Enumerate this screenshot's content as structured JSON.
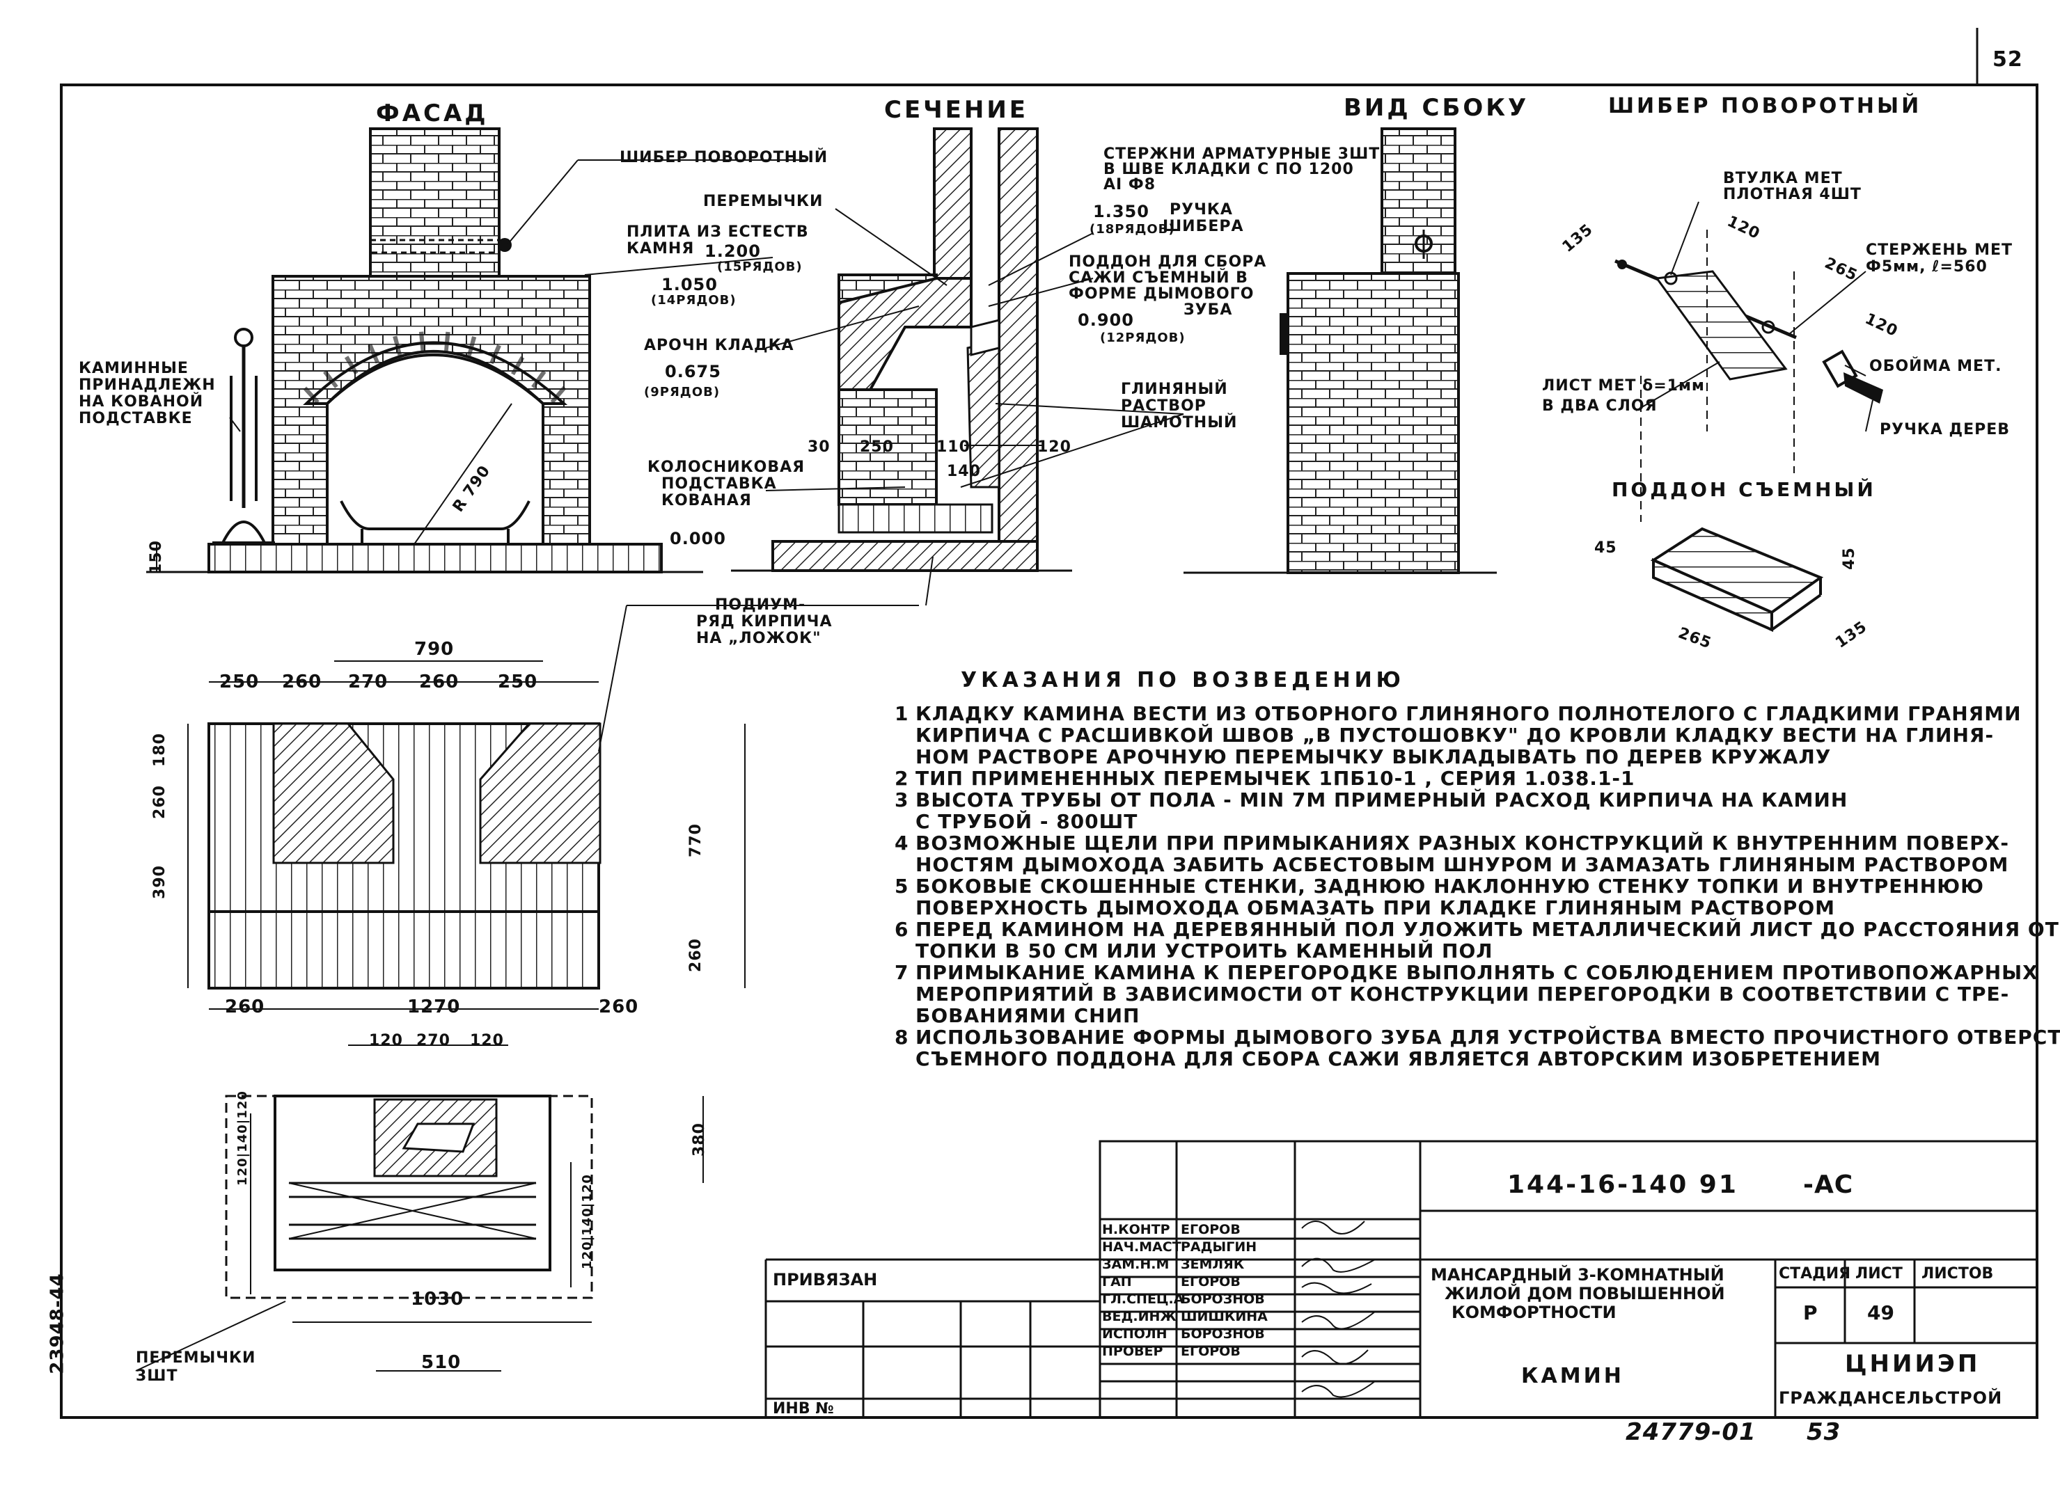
{
  "sheet_number_top": "52",
  "views": {
    "facade": "ФАСАД",
    "section": "СЕЧЕНИЕ",
    "side": "ВИД СБОКУ",
    "damper": "ШИБЕР ПОВОРОТНЫЙ"
  },
  "labels": {
    "damper_rotary": "ШИБЕР ПОВОРОТНЫЙ",
    "lintels": "ПЕРЕМЫЧКИ",
    "stone_slab_1": "ПЛИТА ИЗ ЕСТЕСТВ",
    "stone_slab_2": "КАМНЯ",
    "arch_masonry": "АРОЧН КЛАДКА",
    "rebar_1": "СТЕРЖНИ АРМАТУРНЫЕ 3ШТ",
    "rebar_2": "В ШВЕ КЛАДКИ С ПО 1200",
    "rebar_3": "АI Ф8",
    "handle_1": "РУЧКА",
    "handle_2": "ШИБЕРА",
    "tray_1": "ПОДДОН ДЛЯ СБОРА",
    "tray_2": "САЖИ СЪЕМНЫЙ В",
    "tray_3": "ФОРМЕ ДЫМОВОГО",
    "tray_4": "ЗУБА",
    "clay_mortar_1": "ГЛИНЯНЫЙ",
    "clay_mortar_2": "РАСТВОР",
    "clay_mortar_3": "ШАМОТНЫЙ",
    "grate_1": "КОЛОСНИКОВАЯ",
    "grate_2": "ПОДСТАВКА",
    "grate_3": "КОВАНАЯ",
    "tools_1": "КАМИННЫЕ",
    "tools_2": "ПРИНАДЛЕЖН",
    "tools_3": "НА КОВАНОЙ",
    "tools_4": "ПОДСТАВКЕ",
    "podium_1": "ПОДИУМ-",
    "podium_2": "РЯД КИРПИЧА",
    "podium_3": "НА „ЛОЖОК\"",
    "sleeve_1": "ВТУЛКА МЕТ",
    "sleeve_2": "ПЛОТНАЯ 4ШТ",
    "rod_1": "СТЕРЖЕНЬ МЕТ",
    "rod_2": "Ф5мм, ℓ=560",
    "clip": "ОБОЙМА МЕТ.",
    "sheet_1": "ЛИСТ МЕТ δ=1мм",
    "sheet_2": "В ДВА СЛОЯ",
    "wood_handle": "РУЧКА ДЕРЕВ",
    "tray_removable": "ПОДДОН СЪЕМНЫЙ",
    "lintels_bottom_1": "ПЕРЕМЫЧКИ",
    "lintels_bottom_2": "3ШТ",
    "side_stamp": "23948-44"
  },
  "dims": {
    "radius": "R 790",
    "h150": "150",
    "lvl_1200": "1.200",
    "rows_15": "(15РЯДОВ)",
    "lvl_1050": "1.050",
    "rows_14": "(14РЯДОВ)",
    "lvl_0675": "0.675",
    "rows_9": "(9РЯДОВ)",
    "lvl_0000": "0.000",
    "lvl_1350": "1.350",
    "rows_18": "(18РЯДОВ)",
    "lvl_0900": "0.900",
    "rows_12": "(12РЯДОВ)",
    "d30": "30",
    "d250": "250",
    "d110": "110",
    "d120": "120",
    "d140": "140",
    "d135a": "135",
    "d120a": "120",
    "d265a": "265",
    "d120b": "120",
    "d45a": "45",
    "d45b": "45",
    "d265b": "265",
    "d135b": "135",
    "plan_790": "790",
    "plan_250a": "250",
    "plan_260a": "260",
    "plan_270": "270",
    "plan_260b": "260",
    "plan_250b": "250",
    "plan_180": "180",
    "plan_260v": "260",
    "plan_390": "390",
    "plan_770": "770",
    "plan_260r": "260",
    "plan_260bl": "260",
    "plan_1270": "1270",
    "plan_260br": "260",
    "p2_120a": "120",
    "p2_270": "270",
    "p2_120b": "120",
    "p2_380": "380",
    "p2_left": "120|140|120",
    "p2_right": "120|140|120",
    "p2_1030": "1030",
    "p2_510": "510"
  },
  "notes": {
    "title": "УКАЗАНИЯ ПО ВОЗВЕДЕНИЮ",
    "lines": [
      {
        "n": "1",
        "t": "КЛАДКУ КАМИНА ВЕСТИ ИЗ ОТБОРНОГО ГЛИНЯНОГО ПОЛНОТЕЛОГО С ГЛАДКИМИ ГРАНЯМИ"
      },
      {
        "n": "",
        "t": "КИРПИЧА С РАСШИВКОЙ ШВОВ „В ПУСТОШОВКУ\" ДО КРОВЛИ КЛАДКУ ВЕСТИ НА ГЛИНЯ-"
      },
      {
        "n": "",
        "t": "НОМ РАСТВОРЕ АРОЧНУЮ ПЕРЕМЫЧКУ ВЫКЛАДЫВАТЬ ПО ДЕРЕВ КРУЖАЛУ"
      },
      {
        "n": "2",
        "t": "ТИП ПРИМЕНЕННЫХ ПЕРЕМЫЧЕК 1ПБ10-1 , СЕРИЯ 1.038.1-1"
      },
      {
        "n": "3",
        "t": "ВЫСОТА ТРУБЫ ОТ ПОЛА - MIN 7М ПРИМЕРНЫЙ РАСХОД КИРПИЧА НА КАМИН"
      },
      {
        "n": "",
        "t": "С ТРУБОЙ - 800ШТ"
      },
      {
        "n": "4",
        "t": "ВОЗМОЖНЫЕ ЩЕЛИ ПРИ ПРИМЫКАНИЯХ РАЗНЫХ КОНСТРУКЦИЙ К ВНУТРЕННИМ ПОВЕРХ-"
      },
      {
        "n": "",
        "t": "НОСТЯМ ДЫМОХОДА ЗАБИТЬ АСБЕСТОВЫМ ШНУРОМ И ЗАМАЗАТЬ ГЛИНЯНЫМ РАСТВОРОМ"
      },
      {
        "n": "5",
        "t": "БОКОВЫЕ СКОШЕННЫЕ СТЕНКИ, ЗАДНЮЮ НАКЛОННУЮ СТЕНКУ ТОПКИ И ВНУТРЕННЮЮ"
      },
      {
        "n": "",
        "t": "ПОВЕРХНОСТЬ ДЫМОХОДА ОБМАЗАТЬ ПРИ КЛАДКЕ ГЛИНЯНЫМ РАСТВОРОМ"
      },
      {
        "n": "6",
        "t": "ПЕРЕД КАМИНОМ НА ДЕРЕВЯННЫЙ ПОЛ УЛОЖИТЬ МЕТАЛЛИЧЕСКИЙ ЛИСТ ДО РАССТОЯНИЯ ОТ"
      },
      {
        "n": "",
        "t": "ТОПКИ В 50 СМ ИЛИ УСТРОИТЬ КАМЕННЫЙ ПОЛ"
      },
      {
        "n": "7",
        "t": "ПРИМЫКАНИЕ КАМИНА К ПЕРЕГОРОДКЕ ВЫПОЛНЯТЬ С СОБЛЮДЕНИЕМ ПРОТИВОПОЖАРНЫХ"
      },
      {
        "n": "",
        "t": "МЕРОПРИЯТИЙ В ЗАВИСИМОСТИ ОТ КОНСТРУКЦИИ ПЕРЕГОРОДКИ В СООТВЕТСТВИИ С ТРЕ-"
      },
      {
        "n": "",
        "t": "БОВАНИЯМИ СНИП"
      },
      {
        "n": "8",
        "t": "ИСПОЛЬЗОВАНИЕ ФОРМЫ ДЫМОВОГО ЗУБА ДЛЯ УСТРОЙСТВА ВМЕСТО ПРОЧИСТНОГО ОТВЕРСТИЯ"
      },
      {
        "n": "",
        "t": "СЪЕМНОГО ПОДДОНА ДЛЯ СБОРА САЖИ ЯВЛЯЕТСЯ АВТОРСКИМ ИЗОБРЕТЕНИЕМ"
      }
    ]
  },
  "stamp": {
    "doc_code": "144-16-140 91",
    "suffix": "-АС",
    "bound": "ПРИВЯЗАН",
    "inv": "ИНВ №",
    "roles": [
      {
        "role": "Н.КОНТР",
        "name": "ЕГОРОВ"
      },
      {
        "role": "НАЧ.МАСТ",
        "name": "РАДЫГИН"
      },
      {
        "role": "ЗАМ.Н.М",
        "name": "ЗЕМЛЯК"
      },
      {
        "role": "ГАП",
        "name": "ЕГОРОВ"
      },
      {
        "role": "ГЛ.СПЕЦ.А",
        "name": "БОРОЗНОВ"
      },
      {
        "role": "ВЕД.ИНЖ",
        "name": "ШИШКИНА"
      },
      {
        "role": "ИСПОЛН",
        "name": "БОРОЗНОВ"
      },
      {
        "role": "ПРОВЕР",
        "name": "ЕГОРОВ"
      }
    ],
    "project_1": "МАНСАРДНЫЙ 3-КОМНАТНЫЙ",
    "project_2": "ЖИЛОЙ ДОМ ПОВЫШЕННОЙ",
    "project_3": "КОМФОРТНОСТИ",
    "sheet_title": "КАМИН",
    "stage_h": "СТАДИЯ",
    "sheet_h": "ЛИСТ",
    "sheets_h": "ЛИСТОВ",
    "stage": "Р",
    "sheet": "49",
    "org_1": "ЦНИИЭП",
    "org_2": "ГРАЖДАНСЕЛЬСТРОЙ",
    "bottom_code": "24779-01",
    "bottom_num": "53"
  }
}
